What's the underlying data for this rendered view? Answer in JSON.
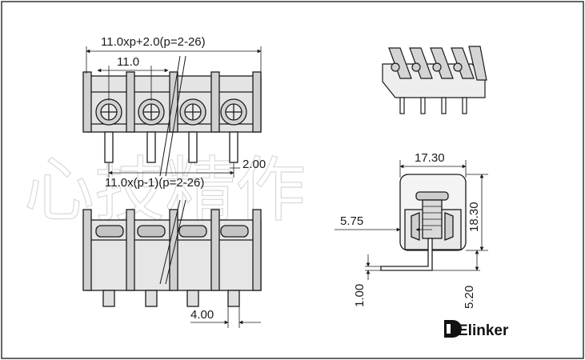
{
  "dimensions": {
    "overall_width": "11.0xp+2.0(p=2-26)",
    "pitch": "11.0",
    "pin_span": "11.0x(p-1)(p=2-26)",
    "pin_thickness": "2.00",
    "foot_width": "4.00",
    "side_width": "17.30",
    "side_height": "18.30",
    "side_offset": "5.75",
    "pin_bend": "1.00",
    "pin_length": "5.20"
  },
  "brand": {
    "name": "Elinker"
  },
  "watermark": {
    "text": "心技精作"
  },
  "colors": {
    "line": "#1a1a1a",
    "part_fill": "#d8d8d8",
    "screw_fill": "#c8c8c8",
    "watermark": "#d9d9d9"
  }
}
